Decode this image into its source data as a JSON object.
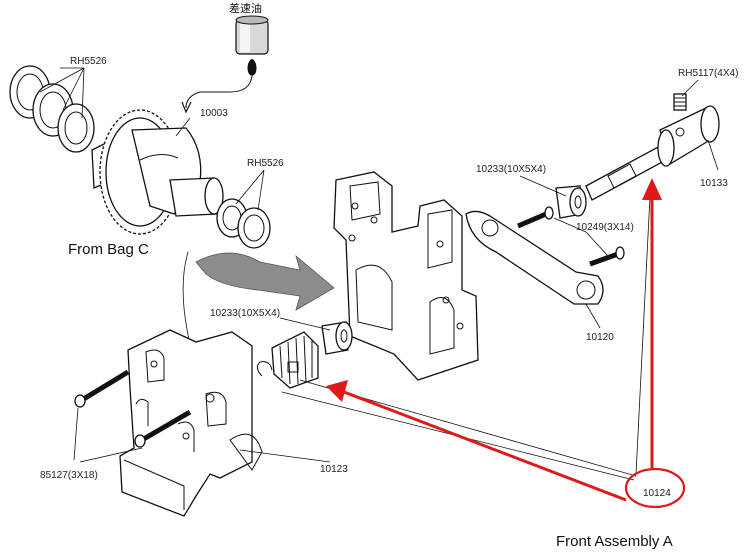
{
  "oil_label": "差速油",
  "labels": {
    "rh5526_top": "RH5526",
    "p10003": "10003",
    "rh5526_mid": "RH5526",
    "rh5117": "RH5117(4X4)",
    "p10233_top": "10233(10X5X4)",
    "p10133": "10133",
    "p10249": "10249(3X14)",
    "p10120": "10120",
    "p10233_mid": "10233(10X5X4)",
    "p85127": "85127(3X18)",
    "p10123": "10123",
    "p10124": "10124"
  },
  "from_bag": "From Bag C",
  "assembly": "Front Assembly A",
  "colors": {
    "highlight": "#e01818",
    "arrow_gray": "#8c8c8c",
    "line": "#111111"
  }
}
